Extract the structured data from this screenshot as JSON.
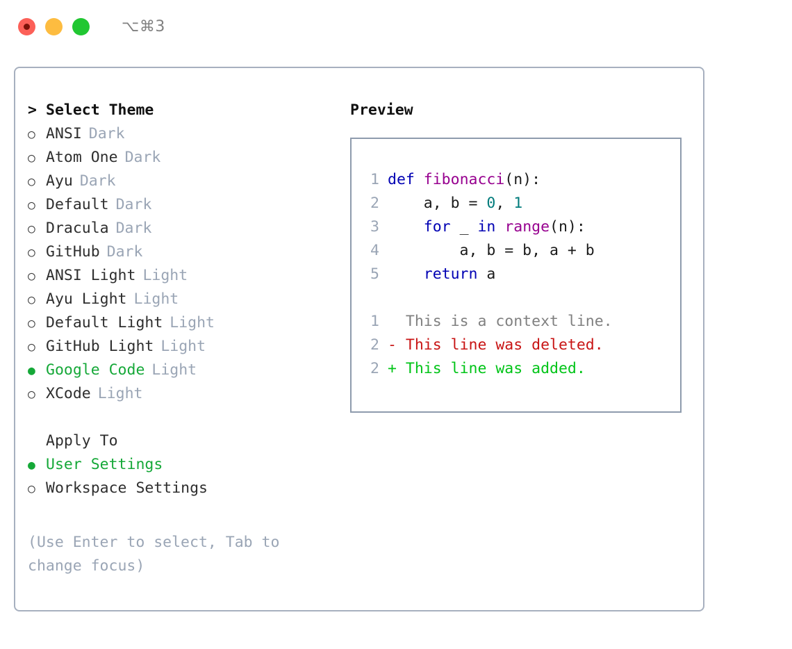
{
  "window": {
    "title": "⌥⌘3",
    "traffic_lights": [
      "close",
      "minimize",
      "zoom"
    ]
  },
  "theme_picker": {
    "heading": "Select Theme",
    "heading_marker": ">",
    "items": [
      {
        "marker": "○",
        "label": "ANSI",
        "variant": "Dark",
        "selected": false
      },
      {
        "marker": "○",
        "label": "Atom One",
        "variant": "Dark",
        "selected": false
      },
      {
        "marker": "○",
        "label": "Ayu",
        "variant": "Dark",
        "selected": false
      },
      {
        "marker": "○",
        "label": "Default",
        "variant": "Dark",
        "selected": false
      },
      {
        "marker": "○",
        "label": "Dracula",
        "variant": "Dark",
        "selected": false
      },
      {
        "marker": "○",
        "label": "GitHub",
        "variant": "Dark",
        "selected": false
      },
      {
        "marker": "○",
        "label": "ANSI Light",
        "variant": "Light",
        "selected": false
      },
      {
        "marker": "○",
        "label": "Ayu Light",
        "variant": "Light",
        "selected": false
      },
      {
        "marker": "○",
        "label": "Default Light",
        "variant": "Light",
        "selected": false
      },
      {
        "marker": "○",
        "label": "GitHub Light",
        "variant": "Light",
        "selected": false
      },
      {
        "marker": "●",
        "label": "Google Code",
        "variant": "Light",
        "selected": true
      },
      {
        "marker": "○",
        "label": "XCode",
        "variant": "Light",
        "selected": false
      }
    ]
  },
  "apply_to": {
    "heading": "Apply To",
    "items": [
      {
        "marker": "●",
        "label": "User Settings",
        "selected": true
      },
      {
        "marker": "○",
        "label": "Workspace Settings",
        "selected": false
      }
    ]
  },
  "hint": "(Use Enter to select, Tab to change focus)",
  "preview": {
    "title": "Preview",
    "code_lines": [
      {
        "no": "1",
        "text": "def fibonacci(n):"
      },
      {
        "no": "2",
        "text": "    a, b = 0, 1"
      },
      {
        "no": "3",
        "text": "    for _ in range(n):"
      },
      {
        "no": "4",
        "text": "        a, b = b, a + b"
      },
      {
        "no": "5",
        "text": "    return a"
      }
    ],
    "diff_lines": [
      {
        "no": "1",
        "sign": " ",
        "text": "This is a context line.",
        "kind": "context"
      },
      {
        "no": "2",
        "sign": "-",
        "text": "This line was deleted.",
        "kind": "deleted"
      },
      {
        "no": "2",
        "sign": "+",
        "text": "This line was added.",
        "kind": "added"
      }
    ]
  },
  "colors": {
    "accent_green": "#15a838",
    "muted": "#9aa5b5",
    "keyword": "#0000b3",
    "function": "#97008f",
    "number": "#007b7b",
    "diff_deleted": "#c81414",
    "diff_added": "#00c417",
    "border": "#a7b0bf"
  }
}
